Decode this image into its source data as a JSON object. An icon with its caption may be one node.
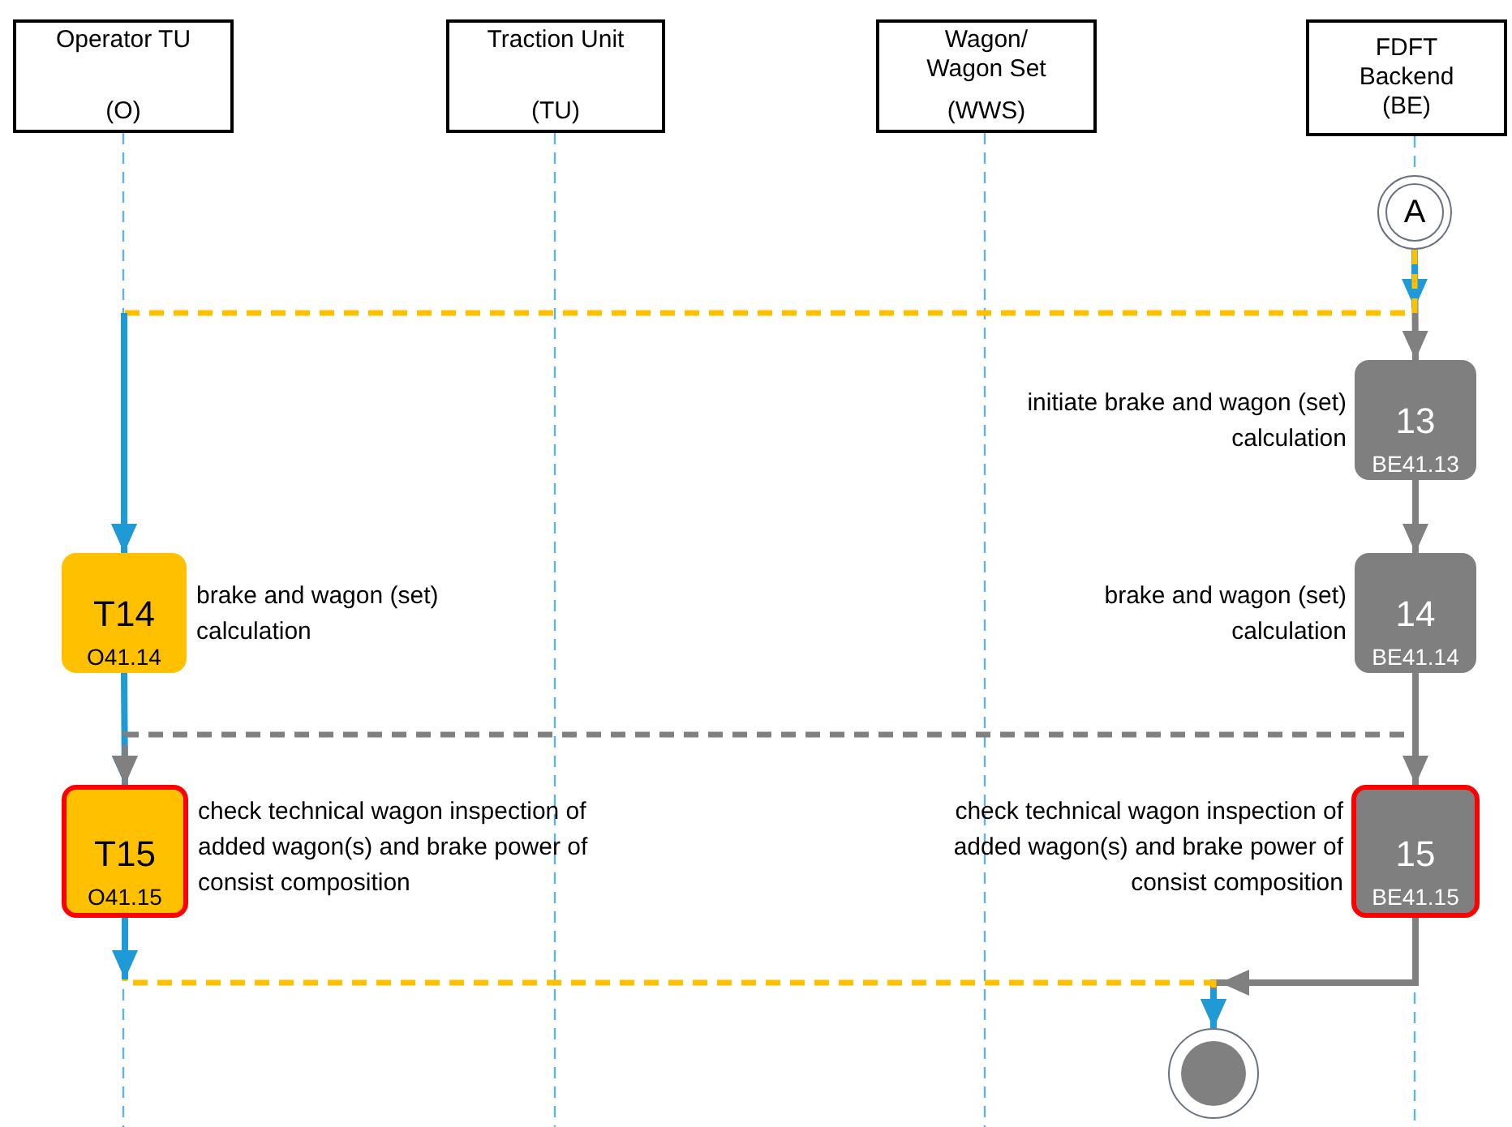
{
  "diagram": {
    "nodes": [
      {
        "text": [
          "Operator TU",
          "(O)"
        ]
      },
      {
        "text": [
          "Traction Unit",
          "(TU)"
        ]
      },
      {
        "text": [
          "Wagon/ Wagon Set",
          "(WWS)"
        ]
      },
      {
        "text": [
          "FDFT Backend",
          "(BE)"
        ]
      },
      {
        "text": [
          "A"
        ]
      },
      {
        "text": [
          "13",
          "BE41.13"
        ],
        "beside": [
          "initiate brake and wagon (set) calculation"
        ]
      },
      {
        "text": [
          "14",
          "BE41.14"
        ],
        "beside": [
          "brake and wagon (set) calculation"
        ]
      },
      {
        "text": [
          "15",
          "BE41.15"
        ],
        "beside": [
          "check technical wagon inspection of added wagon(s) and brake power of consist composition"
        ]
      },
      {
        "text": [
          "T14",
          "O41.14"
        ],
        "beside": [
          "brake and wagon (set) calculation"
        ]
      },
      {
        "text": [
          "T15",
          "O41.15"
        ],
        "beside": [
          "check technical wagon inspection of added wagon(s) and brake power of consist composition"
        ]
      },
      {
        "text": [],
        "shape": "circle"
      }
    ],
    "edges": [
      {
        "from": 4,
        "to": 5,
        "arrow": "to"
      },
      {
        "from": 4,
        "to": 8,
        "arrow": "to",
        "style": "dashed",
        "color": "#ffc000"
      },
      {
        "from": 5,
        "to": 6,
        "arrow": "to"
      },
      {
        "from": 8,
        "to": 9,
        "arrow": "to",
        "color": "#1e9bd7"
      },
      {
        "from": 6,
        "to": 7,
        "arrow": "to"
      },
      {
        "from": 6,
        "to": 9,
        "arrow": "to",
        "style": "dashed"
      },
      {
        "from": 7,
        "to": 10,
        "arrow": "to"
      },
      {
        "from": 9,
        "to": 10,
        "arrow": "to",
        "style": "dashed",
        "color": "#ffc000"
      }
    ]
  }
}
